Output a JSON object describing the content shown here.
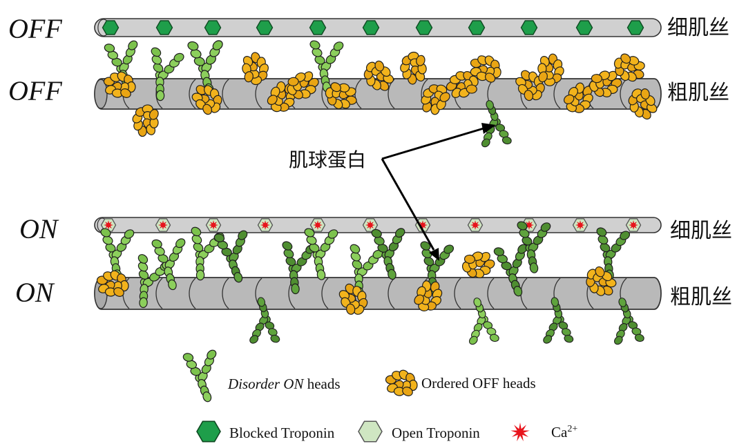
{
  "states": [
    {
      "label": "OFF",
      "thin_label": "细肌丝",
      "thick_label": "粗肌丝"
    },
    {
      "label": "ON",
      "thin_label": "细肌丝",
      "thick_label": "粗肌丝"
    }
  ],
  "annotation": "肌球蛋白",
  "legend": {
    "disorder_em": "Disorder ON",
    "disorder_rest": " heads",
    "ordered": "Ordered OFF heads",
    "blocked": "Blocked Troponin",
    "open": "Open Troponin",
    "ca_base": "Ca",
    "ca_sup": "2+"
  },
  "colors": {
    "filament_fill": "#b9b9b9",
    "thin_fill": "#d0d0d0",
    "blocked_troponin": "#1e9e4a",
    "open_troponin": "#cfe6c2",
    "calcium": "#e8141c",
    "on_head_light": "#8ccf5c",
    "on_head_dark": "#5fa33d",
    "off_head": "#f2b31c"
  }
}
